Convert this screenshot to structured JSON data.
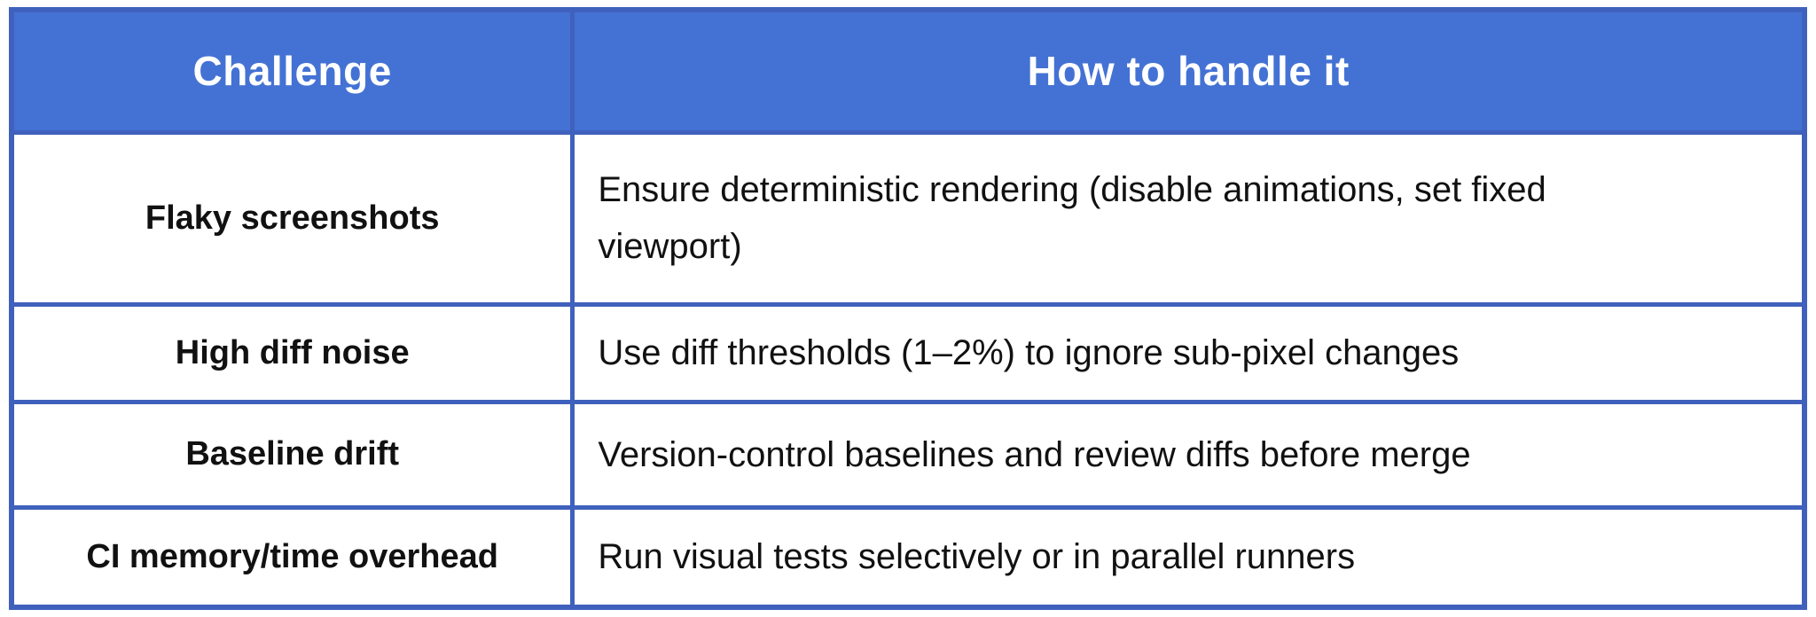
{
  "chart_data": {
    "type": "table",
    "title": "",
    "columns": [
      "Challenge",
      "How to handle it"
    ],
    "rows": [
      [
        "Flaky screenshots",
        "Ensure deterministic rendering (disable animations, set fixed viewport)"
      ],
      [
        "High diff noise",
        "Use diff thresholds (1–2%) to ignore sub-pixel changes"
      ],
      [
        "Baseline drift",
        "Version-control baselines and review diffs before merge"
      ],
      [
        "CI memory/time overhead",
        "Run visual tests selectively or in parallel runners"
      ]
    ]
  },
  "table": {
    "header": {
      "challenge_label": "Challenge",
      "solution_label": "How to handle it"
    },
    "rows": [
      {
        "challenge": "Flaky screenshots",
        "solution": "Ensure deterministic rendering (disable animations, set fixed viewport)"
      },
      {
        "challenge": "High diff noise",
        "solution": "Use diff thresholds (1–2%) to ignore sub-pixel changes"
      },
      {
        "challenge": "Baseline drift",
        "solution": "Version-control baselines and review diffs before merge"
      },
      {
        "challenge": "CI memory/time overhead",
        "solution": "Run visual tests selectively or in parallel runners"
      }
    ],
    "colors": {
      "header_bg": "#4472d4",
      "header_text": "#ffffff",
      "border": "#3f61bd",
      "body_bg": "#ffffff",
      "body_text": "#111111"
    }
  }
}
